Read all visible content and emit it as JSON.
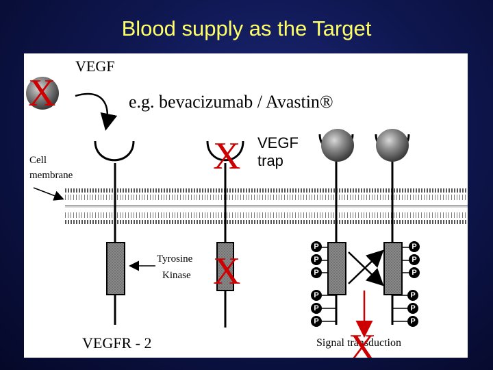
{
  "title": "Blood supply as the Target",
  "diagram": {
    "vegf_label": "VEGF",
    "drug_label": "e.g. bevacizumab / Avastin®",
    "trap_label_line1": "VEGF",
    "trap_label_line2": "trap",
    "cell_membrane_line1": "Cell",
    "cell_membrane_line2": "membrane",
    "tyrosine_line1": "Tyrosine",
    "tyrosine_line2": "Kinase",
    "receptor_label": "VEGFR - 2",
    "signal_label": "Signal transduction",
    "block_mark": "X",
    "phospho_mark": "P",
    "colors": {
      "block_x": "#cc0000",
      "title": "#ffff66",
      "arrow_red": "#cc0000"
    }
  }
}
